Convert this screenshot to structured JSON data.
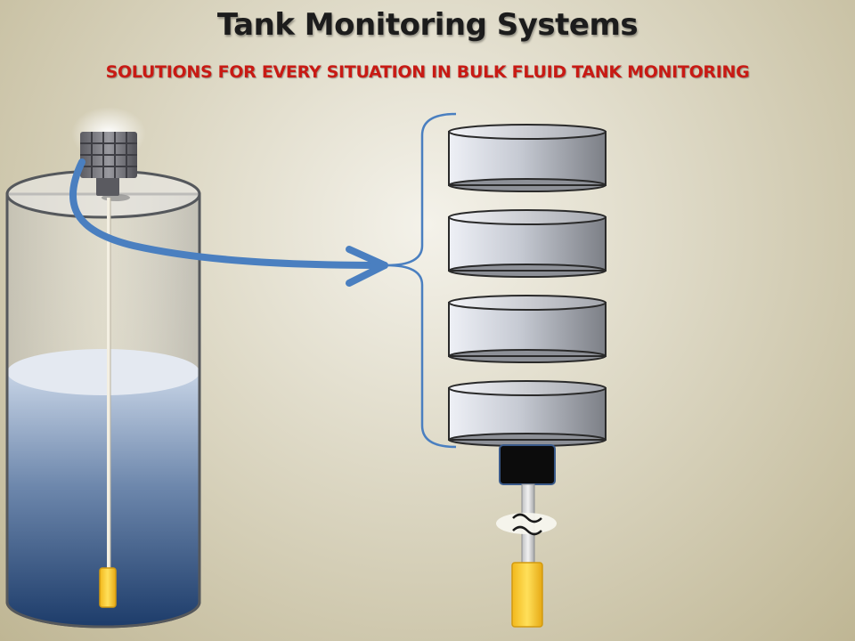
{
  "header": {
    "title": "Tank Monitoring Systems",
    "subtitle": "SOLUTIONS FOR EVERY SITUATION IN BULK FLUID TANK MONITORING"
  },
  "colors": {
    "title": "#1c1c1c",
    "subtitle": "#c81a14",
    "arrow": "#4a7fc0",
    "bracket": "#4a7fc0",
    "fluid_dark": "#1d3c6a",
    "float_yellow": "#f6c928"
  },
  "diagram": {
    "left": {
      "components": [
        "tank",
        "fluid",
        "level-sensor-head",
        "cable",
        "float"
      ]
    },
    "right": {
      "module_count": 4,
      "components": [
        "stacked-sensor-modules",
        "base-housing",
        "cable-break",
        "float"
      ]
    },
    "arrow": "from-sensor-head-to-module-bracket"
  }
}
